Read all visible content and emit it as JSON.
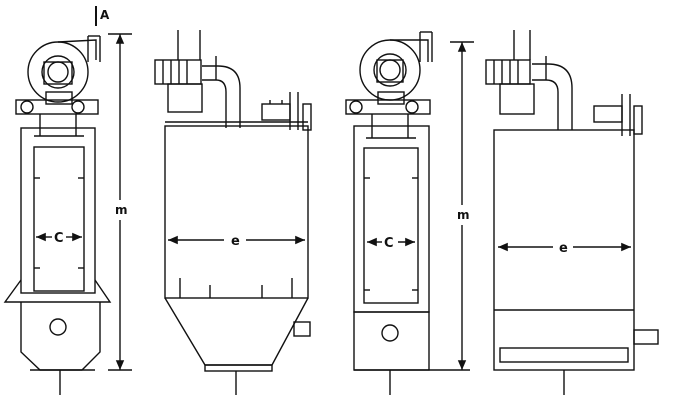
{
  "labels": {
    "a": "A",
    "c": "C",
    "e": "e",
    "m": "m"
  },
  "colors": {
    "line": "#111111",
    "background": "#ffffff"
  }
}
